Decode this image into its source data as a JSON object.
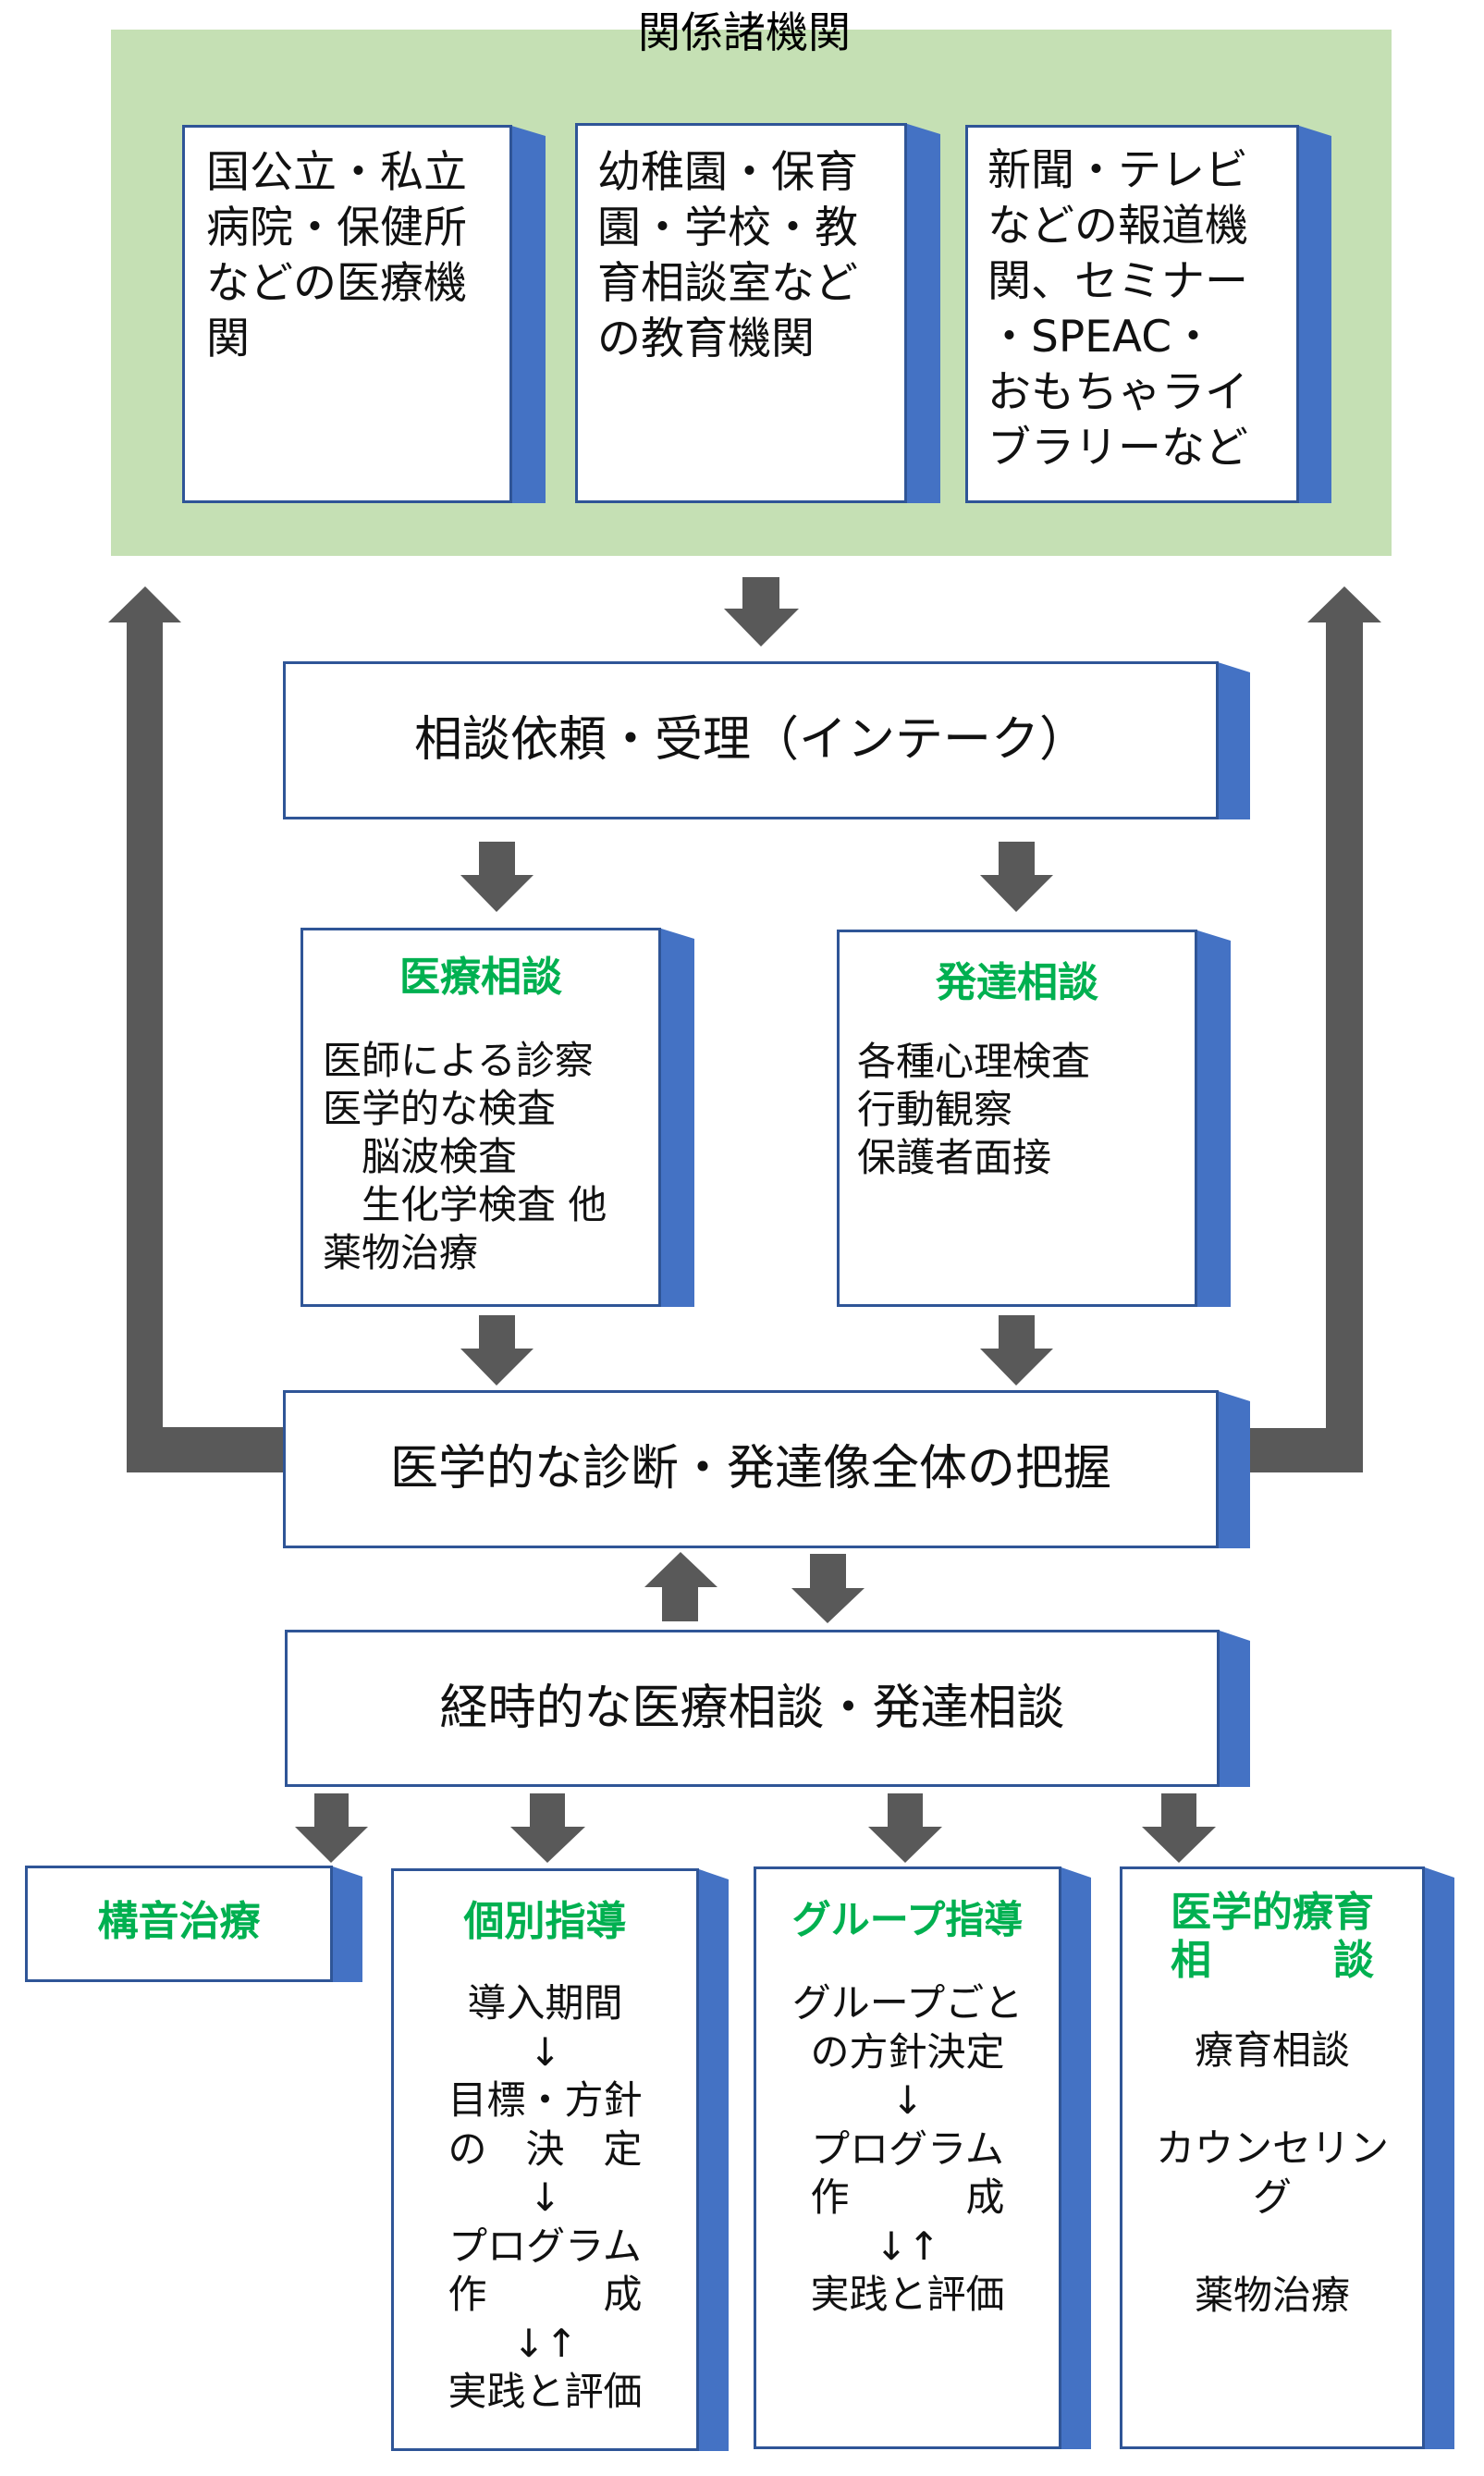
{
  "title": "関係諸機関",
  "colors": {
    "panel_bg": "#C5E0B4",
    "box_border": "#2F5597",
    "box_side": "#4472C4",
    "arrow": "#595959",
    "heading": "#00B050"
  },
  "institutions": [
    {
      "lines": [
        "国公立・私立",
        "病院・保健所",
        "などの医療機",
        "関"
      ]
    },
    {
      "lines": [
        "幼稚園・保育",
        "園・学校・教",
        "育相談室など",
        "の教育機関"
      ]
    },
    {
      "lines": [
        "新聞・テレビ",
        "などの報道機",
        "関、セミナー",
        "・SPEAC・",
        "おもちゃライ",
        "ブラリーなど"
      ]
    }
  ],
  "intake": {
    "label": "相談依頼・受理（インテーク）"
  },
  "medical": {
    "heading": "医療相談",
    "lines": [
      "医師による診察",
      "医学的な検査",
      "　脳波検査",
      "　生化学検査 他",
      "薬物治療"
    ]
  },
  "development": {
    "heading": "発達相談",
    "lines": [
      "各種心理検査",
      "行動観察",
      "保護者面接"
    ]
  },
  "diagnosis": {
    "label": "医学的な診断・発達像全体の把握"
  },
  "longitudinal": {
    "label": "経時的な医療相談・発達相談"
  },
  "services": [
    {
      "heading": [
        "構音治療"
      ],
      "lines": []
    },
    {
      "heading": [
        "個別指導"
      ],
      "lines": [
        "導入期間",
        "↓",
        "目標・方針",
        "の　決　定",
        "↓",
        "プログラム",
        "作　　　成",
        "↓↑",
        "実践と評価"
      ]
    },
    {
      "heading": [
        "グループ指導"
      ],
      "lines": [
        "グループごと",
        "の方針決定",
        "↓",
        "プログラム",
        "作　　　成",
        "↓↑",
        "実践と評価"
      ]
    },
    {
      "heading": [
        "医学的療育",
        "相　　　談"
      ],
      "lines": [
        "療育相談",
        "",
        "カウンセリン",
        "グ",
        "",
        "薬物治療"
      ]
    }
  ]
}
